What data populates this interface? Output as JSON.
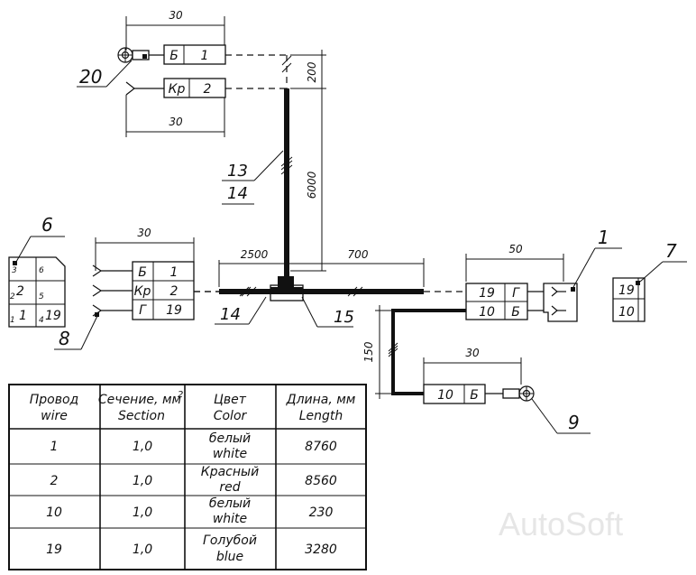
{
  "labels": {
    "l20": "20",
    "l13": "13",
    "l14a": "14",
    "l14b": "14",
    "l15": "15",
    "l6": "6",
    "l8": "8",
    "l1": "1",
    "l7": "7",
    "l9": "9"
  },
  "dims": {
    "d30a": "30",
    "d200": "200",
    "d30b": "30",
    "d6000": "6000",
    "d30c": "30",
    "d2500": "2500",
    "d700": "700",
    "d50": "50",
    "d150": "150",
    "d30d": "30"
  },
  "connector20": {
    "row1": [
      "Б",
      "1"
    ],
    "row2": [
      "Кр",
      "2"
    ]
  },
  "connector8": {
    "rows": [
      [
        "Б",
        "1"
      ],
      [
        "Кр",
        "2"
      ],
      [
        "Г",
        "19"
      ]
    ]
  },
  "connector1": {
    "rows": [
      [
        "19",
        "Г"
      ],
      [
        "10",
        "Б"
      ]
    ]
  },
  "connector9": {
    "row": [
      "10",
      "Б"
    ]
  },
  "connector7": {
    "rows": [
      "19",
      "10"
    ]
  },
  "block6": {
    "big": [
      "2",
      "1",
      "19"
    ],
    "small": [
      "3",
      "6",
      "2",
      "5",
      "1",
      "4"
    ]
  },
  "table": {
    "headers": [
      [
        "Провод",
        "wire"
      ],
      [
        "Сечение, мм",
        "Section"
      ],
      [
        "Цвет",
        "Color"
      ],
      [
        "Длина, мм",
        "Length"
      ]
    ],
    "superscript": "2",
    "rows": [
      [
        "1",
        "1,0",
        "белый",
        "white",
        "8760"
      ],
      [
        "2",
        "1,0",
        "Красный",
        "red",
        "8560"
      ],
      [
        "10",
        "1,0",
        "белый",
        "white",
        "230"
      ],
      [
        "19",
        "1,0",
        "Голубой",
        "blue",
        "3280"
      ]
    ]
  },
  "watermark": "AutoSoft"
}
